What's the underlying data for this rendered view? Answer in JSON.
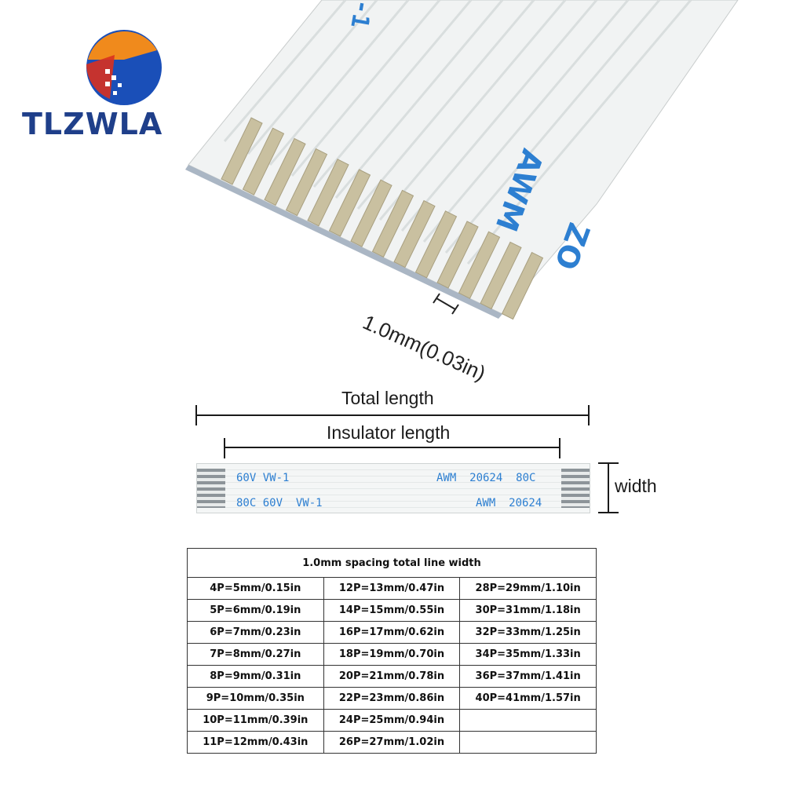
{
  "logo": {
    "brand": "TLZWLA",
    "colors": {
      "orange": "#f08a1c",
      "blue": "#1a4fb8",
      "red": "#d83020",
      "text": "#1f3f8a"
    }
  },
  "photo": {
    "pitch_label": "1.0mm(0.03in)",
    "cable_prints": [
      "AWM",
      "-1",
      "ZO"
    ],
    "colors": {
      "print_blue": "#2d7fd1",
      "contact_gold": "#c9c0a0",
      "cable_white": "#f1f3f3"
    }
  },
  "diagram": {
    "total_length_label": "Total length",
    "insulator_length_label": "Insulator length",
    "width_label": "width",
    "cable_print_row1_left": "60V VW-1",
    "cable_print_row1_right": "AWM  20624  80C",
    "cable_print_row2_left": "80C 60V  VW-1",
    "cable_print_row2_right": "AWM  20624"
  },
  "table": {
    "header": "1.0mm spacing total line width",
    "rows": [
      [
        "4P=5mm/0.15in",
        "12P=13mm/0.47in",
        "28P=29mm/1.10in"
      ],
      [
        "5P=6mm/0.19in",
        "14P=15mm/0.55in",
        "30P=31mm/1.18in"
      ],
      [
        "6P=7mm/0.23in",
        "16P=17mm/0.62in",
        "32P=33mm/1.25in"
      ],
      [
        "7P=8mm/0.27in",
        "18P=19mm/0.70in",
        "34P=35mm/1.33in"
      ],
      [
        "8P=9mm/0.31in",
        "20P=21mm/0.78in",
        "36P=37mm/1.41in"
      ],
      [
        "9P=10mm/0.35in",
        "22P=23mm/0.86in",
        "40P=41mm/1.57in"
      ],
      [
        "10P=11mm/0.39in",
        "24P=25mm/0.94in",
        ""
      ],
      [
        "11P=12mm/0.43in",
        "26P=27mm/1.02in",
        ""
      ]
    ]
  }
}
